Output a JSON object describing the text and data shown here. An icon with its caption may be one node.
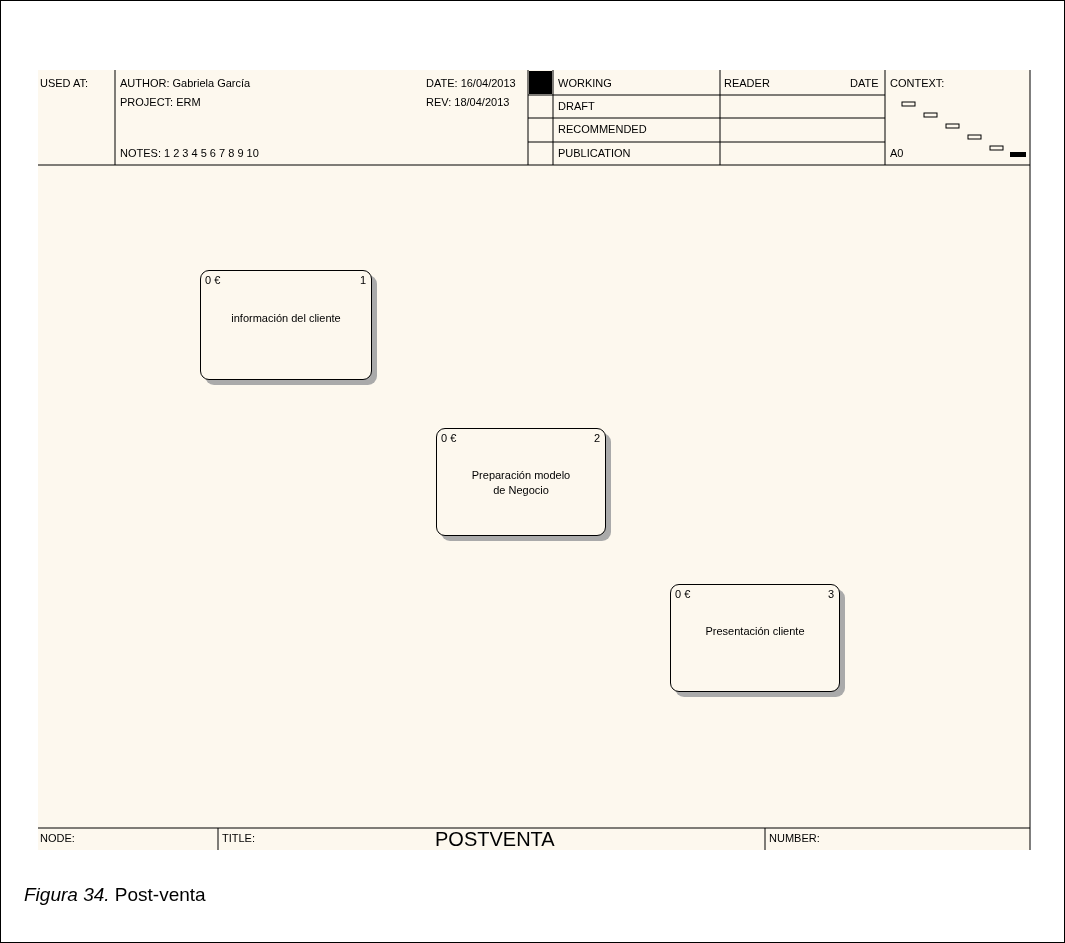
{
  "diagram": {
    "title": "POSTVENTA",
    "caption": "*Figura 34.* Post-venta",
    "nodes": [
      {
        "text": [
          "0 €",
          "1",
          "información del cliente"
        ]
      },
      {
        "text": [
          "0 €",
          "2",
          "Preparación modelo de Negocio"
        ]
      },
      {
        "text": [
          "0 €",
          "3",
          "Presentación cliente"
        ]
      }
    ],
    "edges": [],
    "labels": [
      "USED AT:",
      "AUTHOR: Gabriela García",
      "DATE: 16/04/2013",
      "WORKING",
      "READER",
      "DATE",
      "CONTEXT:",
      "PROJECT: ERM",
      "REV: 18/04/2013",
      "DRAFT",
      "RECOMMENDED",
      "NOTES: 1 2 3 4 5 6 7 8 9 10",
      "PUBLICATION",
      "A0",
      "NODE:",
      "TITLE:",
      "NUMBER:"
    ]
  }
}
